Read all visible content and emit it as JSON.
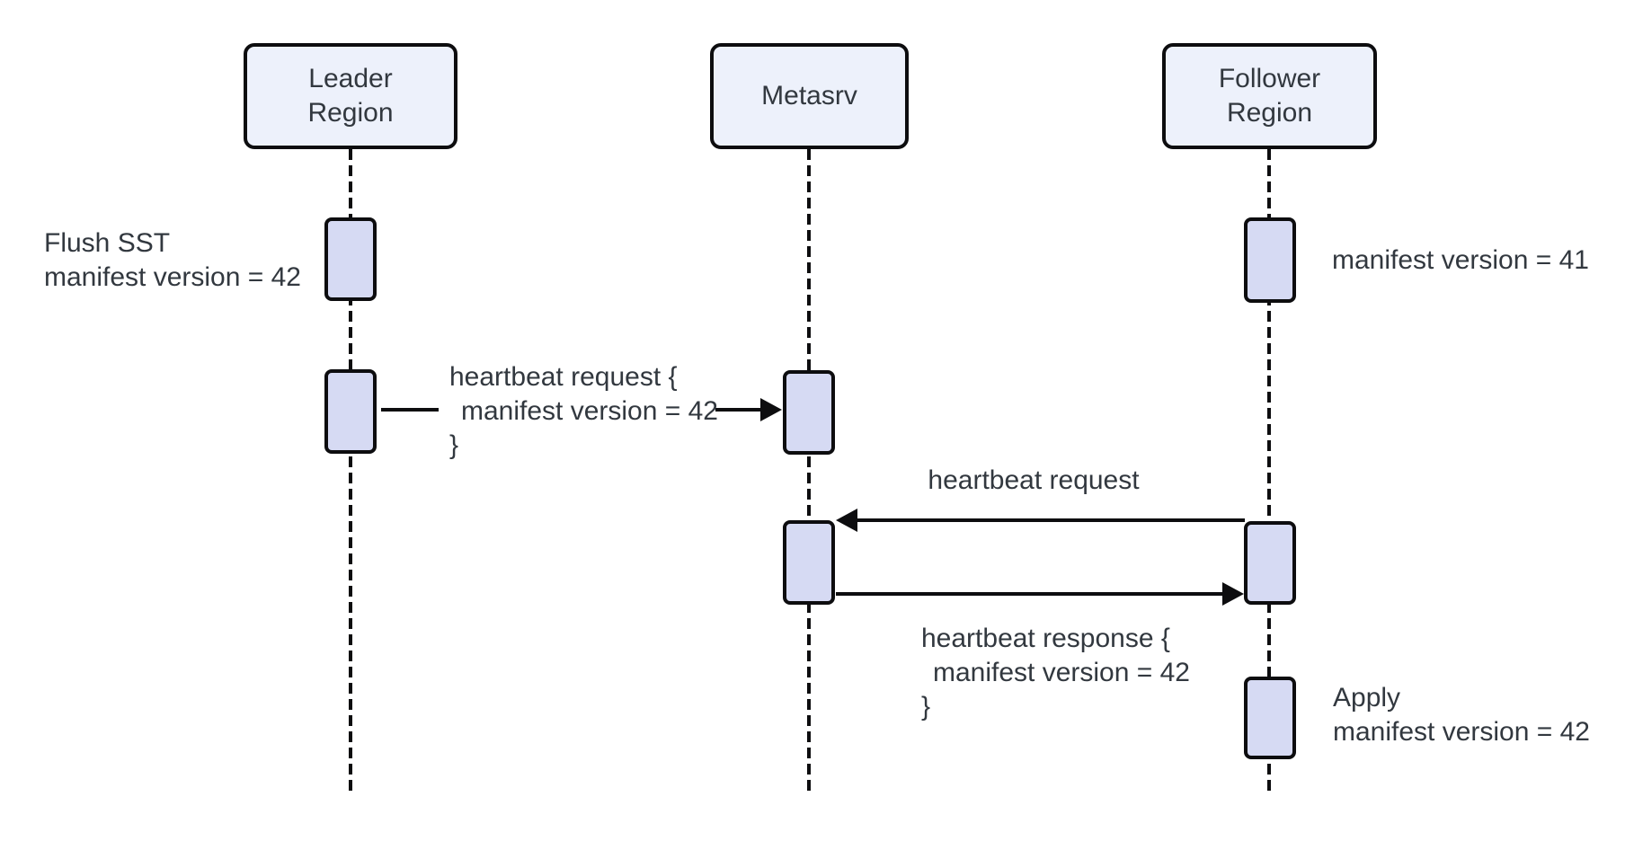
{
  "diagram_type": "sequence-diagram",
  "participants": {
    "leader": {
      "line1": "Leader",
      "line2": "Region"
    },
    "metasrv": {
      "line1": "Metasrv"
    },
    "follower": {
      "line1": "Follower",
      "line2": "Region"
    }
  },
  "notes": {
    "flush": {
      "line1": "Flush SST",
      "line2": "manifest version = 42"
    },
    "manifest41": {
      "line1": "manifest version = 41"
    },
    "apply": {
      "line1": "Apply",
      "line2": "manifest version = 42"
    }
  },
  "messages": {
    "heartbeat_request_leader": {
      "from": "Leader Region",
      "to": "Metasrv",
      "line1": "heartbeat request {",
      "line2": "manifest version = 42",
      "line3": "}"
    },
    "heartbeat_request_follower": {
      "from": "Follower Region",
      "to": "Metasrv",
      "line1": "heartbeat request"
    },
    "heartbeat_response": {
      "from": "Metasrv",
      "to": "Follower Region",
      "line1": "heartbeat response {",
      "line2": "manifest version = 42",
      "line3": "}"
    }
  },
  "colors": {
    "participant_fill": "#edf1fb",
    "activation_fill": "#d6daf3",
    "stroke": "#0d0d0f",
    "text": "#32383f",
    "canvas_bg": "#ffffff"
  }
}
